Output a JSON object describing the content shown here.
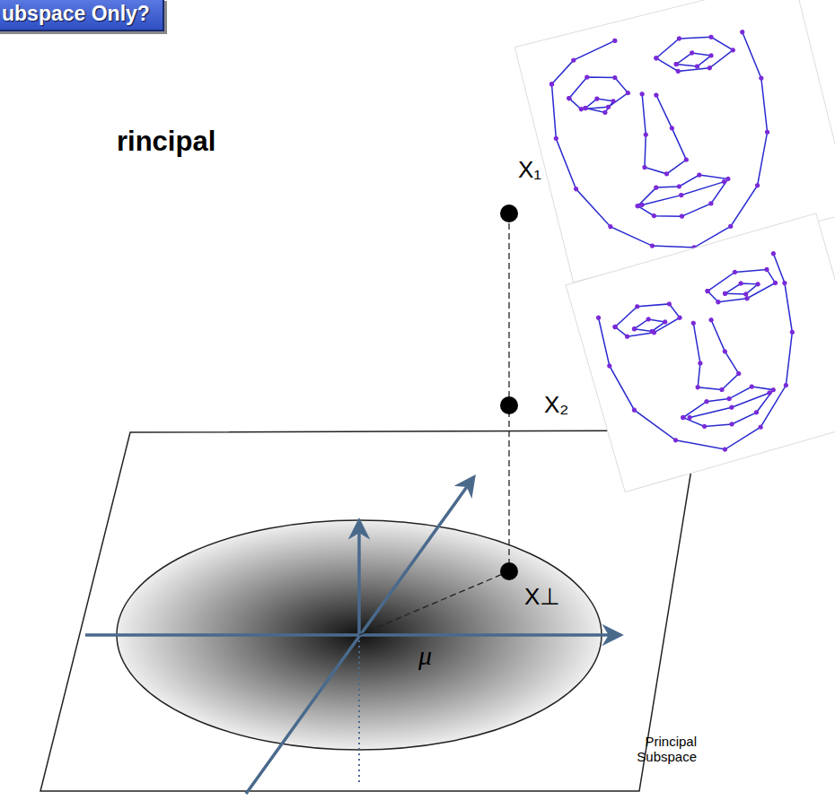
{
  "diagram": {
    "title": "ubspace Only?",
    "labels": [
      "rincipal",
      "X₁",
      "X₂",
      "X⊥",
      "μ",
      "Principal Subspace"
    ]
  }
}
